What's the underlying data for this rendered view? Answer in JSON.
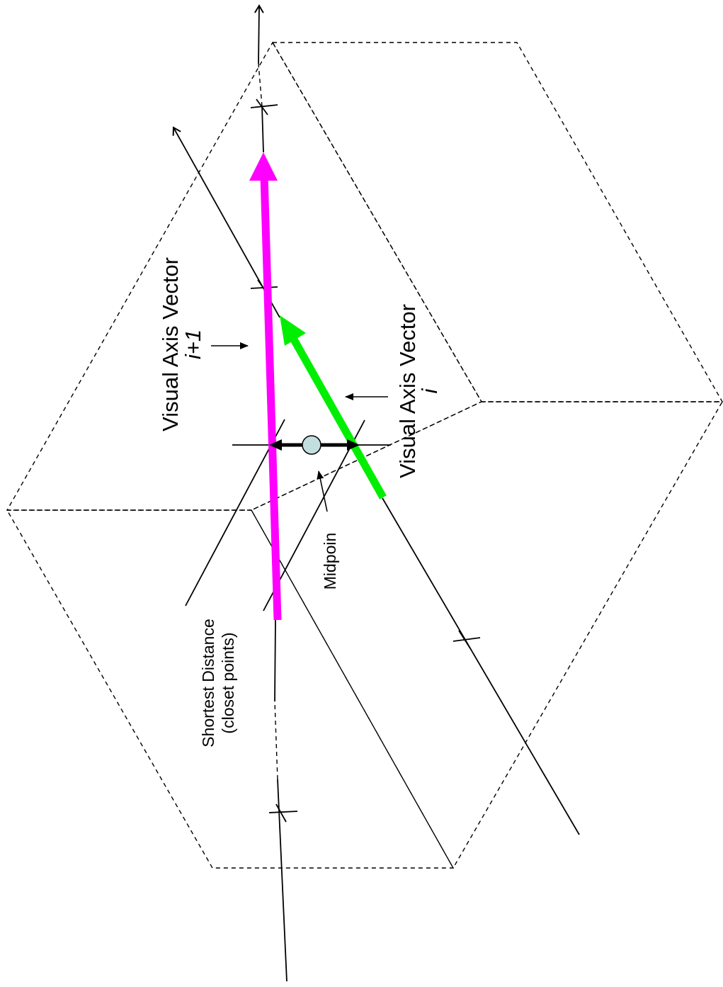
{
  "labels": {
    "vector_i1_title": "Visual Axis Vector",
    "vector_i1_index": "i+1",
    "vector_i_title": "Visual Axis Vector",
    "vector_i_index": "i",
    "midpoint": "Midpoin",
    "shortest_line1": "Shortest Distance",
    "shortest_line2": "(closet points)"
  },
  "colors": {
    "vector_i1": "#ff00ff",
    "vector_i": "#00ee00",
    "midpoint_fill": "#c3dede",
    "line": "#000000"
  }
}
